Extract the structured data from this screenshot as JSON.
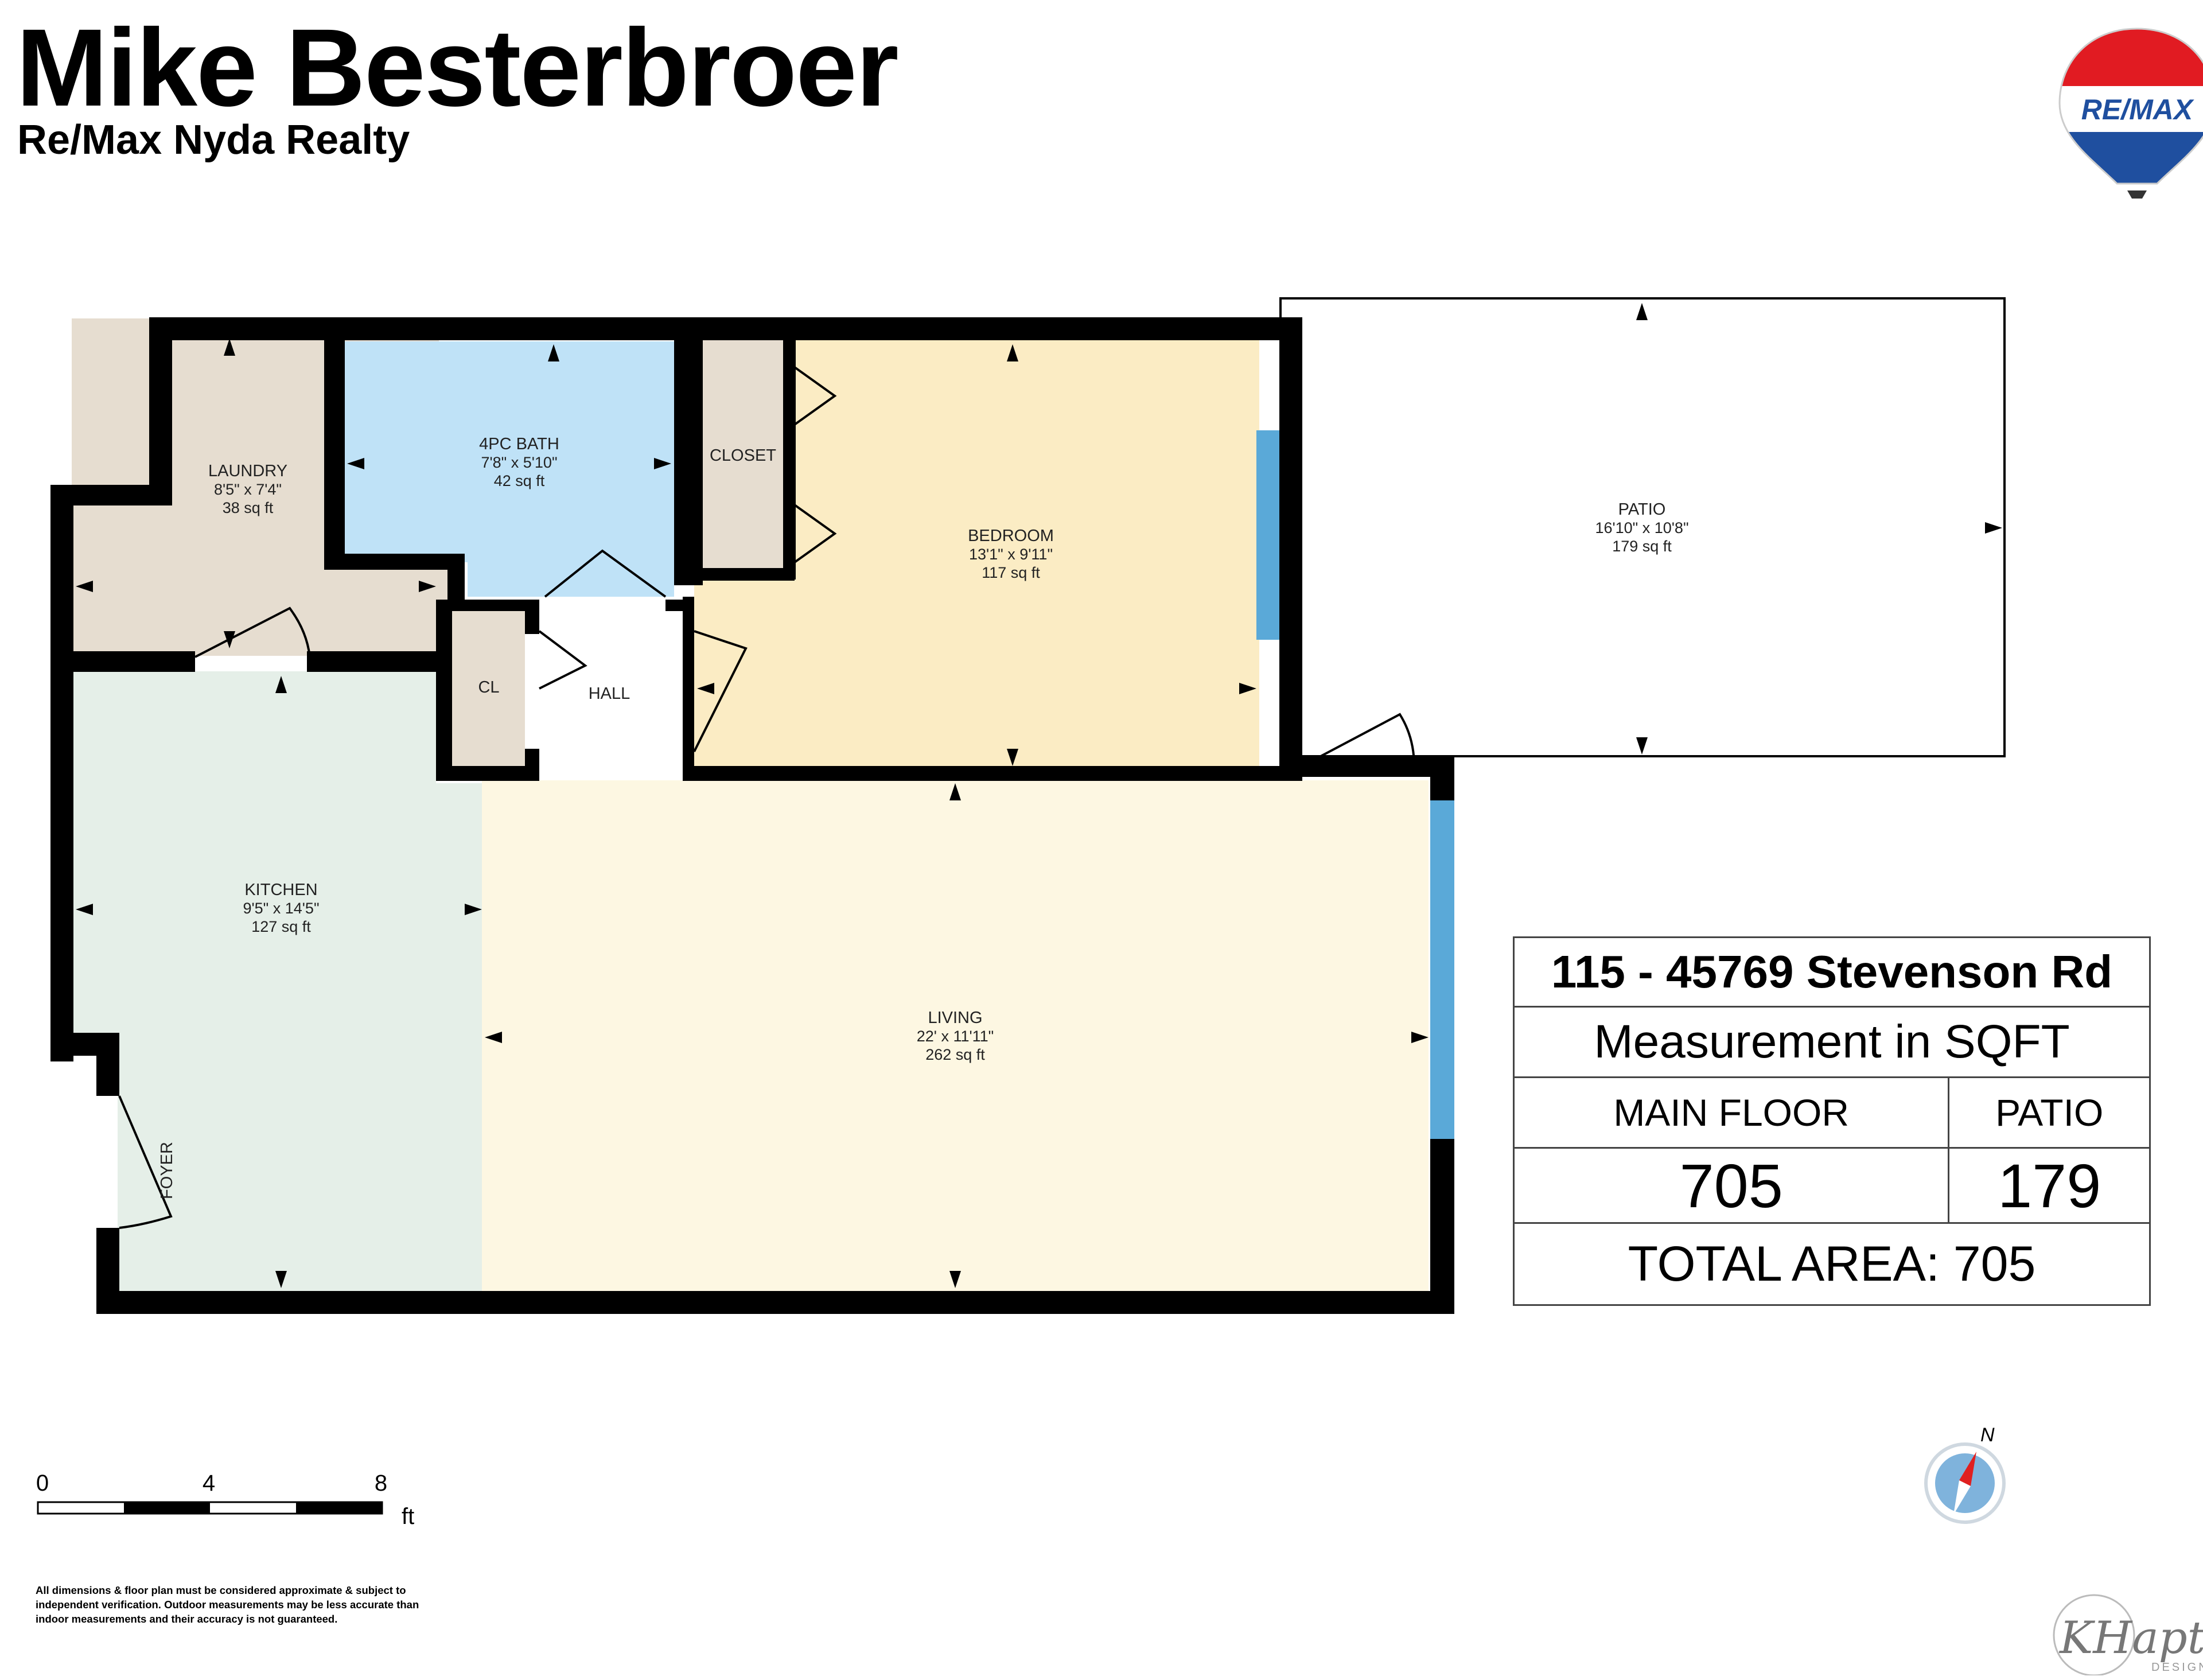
{
  "header": {
    "agent_name": "Mike Besterbroer",
    "company": "Re/Max Nyda Realty"
  },
  "logo": {
    "text": "RE/MAX",
    "icon": "hot-air-balloon-icon",
    "colors": {
      "red": "#e11b22",
      "blue": "#1f4f9f",
      "white": "#ffffff"
    }
  },
  "rooms": {
    "laundry": {
      "name": "LAUNDRY",
      "dims": "8'5\" x 7'4\"",
      "area": "38 sq ft"
    },
    "bath": {
      "name": "4PC BATH",
      "dims": "7'8\" x 5'10\"",
      "area": "42 sq ft"
    },
    "closet": {
      "name": "CLOSET"
    },
    "bedroom": {
      "name": "BEDROOM",
      "dims": "13'1\" x 9'11\"",
      "area": "117 sq ft"
    },
    "patio": {
      "name": "PATIO",
      "dims": "16'10\" x 10'8\"",
      "area": "179 sq ft"
    },
    "cl": {
      "name": "CL"
    },
    "hall": {
      "name": "HALL"
    },
    "kitchen": {
      "name": "KITCHEN",
      "dims": "9'5\" x 14'5\"",
      "area": "127 sq ft"
    },
    "living": {
      "name": "LIVING",
      "dims": "22' x 11'11\"",
      "area": "262 sq ft"
    },
    "foyer": {
      "name": "FOYER"
    }
  },
  "room_colors": {
    "laundry": "#e6ddd0",
    "bath": "#bfe2f7",
    "closet": "#e6ddd0",
    "bedroom": "#fbecc4",
    "kitchen": "#e5efe8",
    "living": "#fdf7e2",
    "patio": "#ffffff",
    "wall": "#000000",
    "window": "#5aa9d8"
  },
  "area_table": {
    "address": "115 - 45769 Stevenson Rd",
    "measurement": "Measurement in SQFT",
    "main_floor_label": "MAIN FLOOR",
    "patio_label": "PATIO",
    "main_floor_value": "705",
    "patio_value": "179",
    "total": "TOTAL AREA: 705"
  },
  "scale": {
    "ticks": [
      "0",
      "4",
      "8"
    ],
    "unit": "ft"
  },
  "disclaimer": "All dimensions & floor plan must be considered approximate & subject to independent verification.  Outdoor measurements may be less accurate than indoor measurements and their accuracy is not guaranteed.",
  "compass": {
    "north": "N",
    "icon": "compass-icon"
  },
  "designer": {
    "brand": "KHaptive",
    "sub": "DESIGN"
  }
}
